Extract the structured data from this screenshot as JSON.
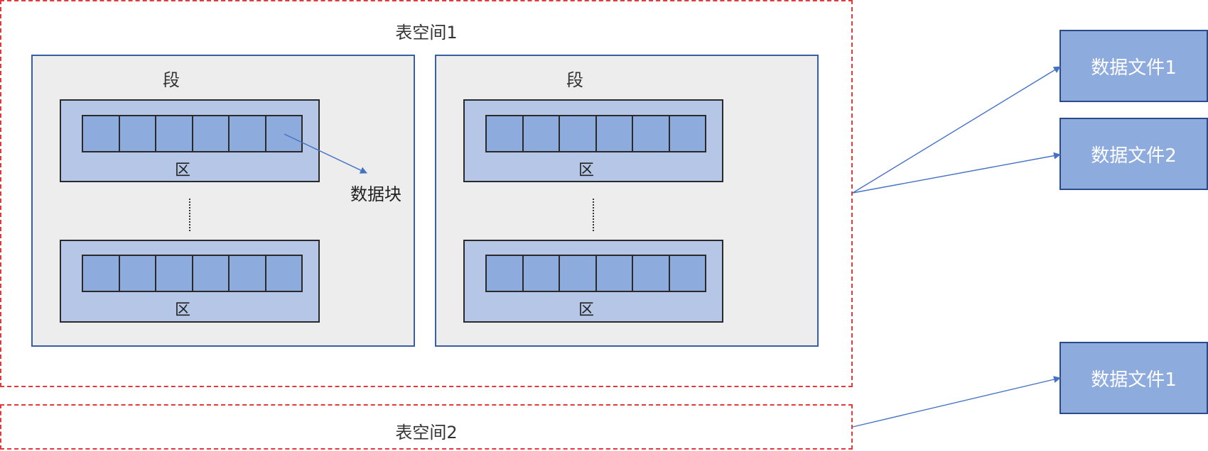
{
  "tablespace1": {
    "label": "表空间1",
    "segments": [
      {
        "label": "段",
        "extents": [
          {
            "label": "区",
            "block_count": 6
          },
          {
            "label": "区",
            "block_count": 6
          }
        ]
      },
      {
        "label": "段",
        "extents": [
          {
            "label": "区",
            "block_count": 6
          },
          {
            "label": "区",
            "block_count": 6
          }
        ]
      }
    ],
    "block_callout": "数据块"
  },
  "tablespace2": {
    "label": "表空间2"
  },
  "datafiles": [
    {
      "label": "数据文件1",
      "belongs_to": "表空间1"
    },
    {
      "label": "数据文件2",
      "belongs_to": "表空间1"
    },
    {
      "label": "数据文件1",
      "belongs_to": "表空间2"
    }
  ],
  "colors": {
    "tablespace_border": "#e23a3a",
    "segment_fill": "#ededed",
    "segment_border": "#3a5ea4",
    "extent_fill": "#b5c6e6",
    "block_fill": "#8eabdd",
    "datafile_fill": "#8eabdd",
    "arrow": "#4472c4"
  }
}
